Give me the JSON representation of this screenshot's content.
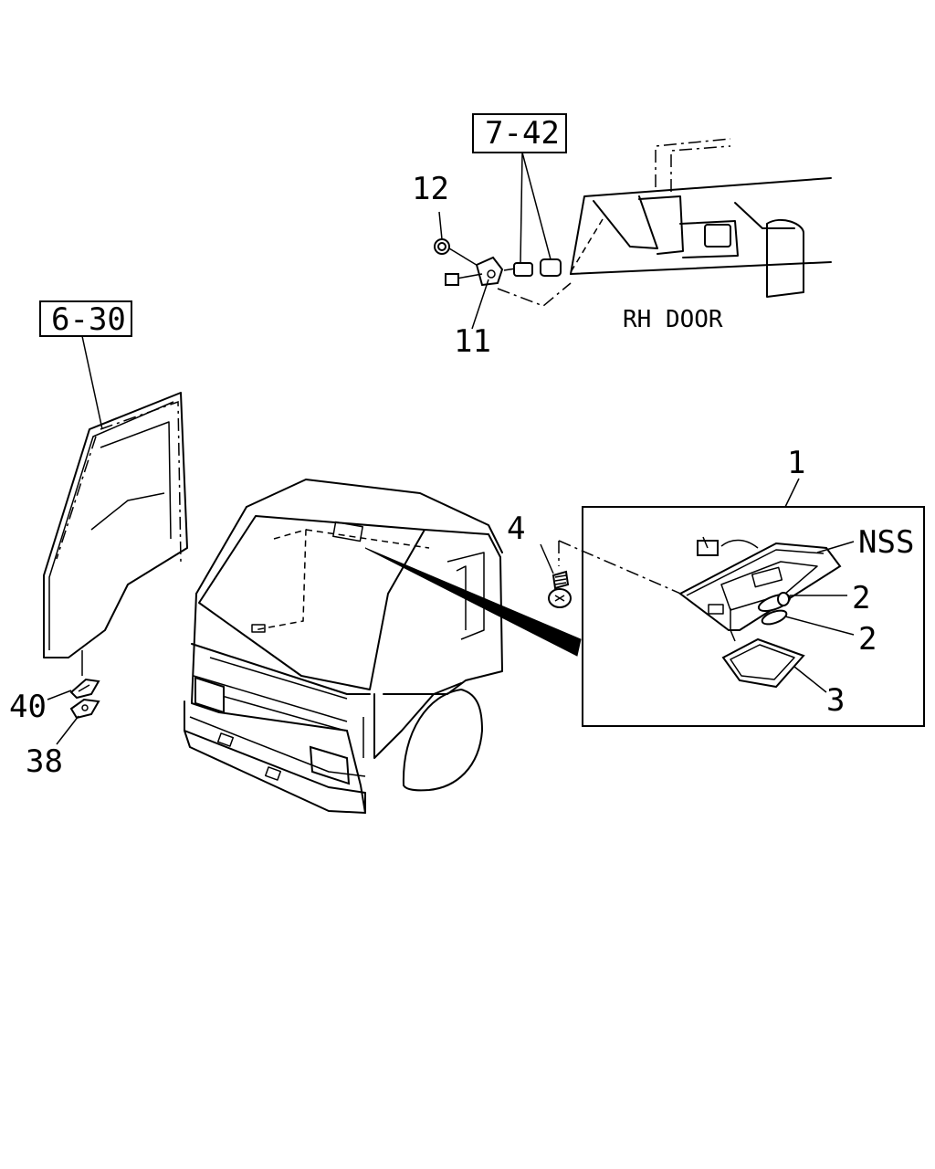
{
  "callouts": {
    "c_7_42": "7-42",
    "c_12": "12",
    "c_11": "11",
    "rh_door": "RH DOOR",
    "c_6_30": "6-30",
    "c_1": "1",
    "c_4": "4",
    "nss": "NSS",
    "c_2a": "2",
    "c_2b": "2",
    "c_3": "3",
    "c_40": "40",
    "c_38": "38"
  }
}
